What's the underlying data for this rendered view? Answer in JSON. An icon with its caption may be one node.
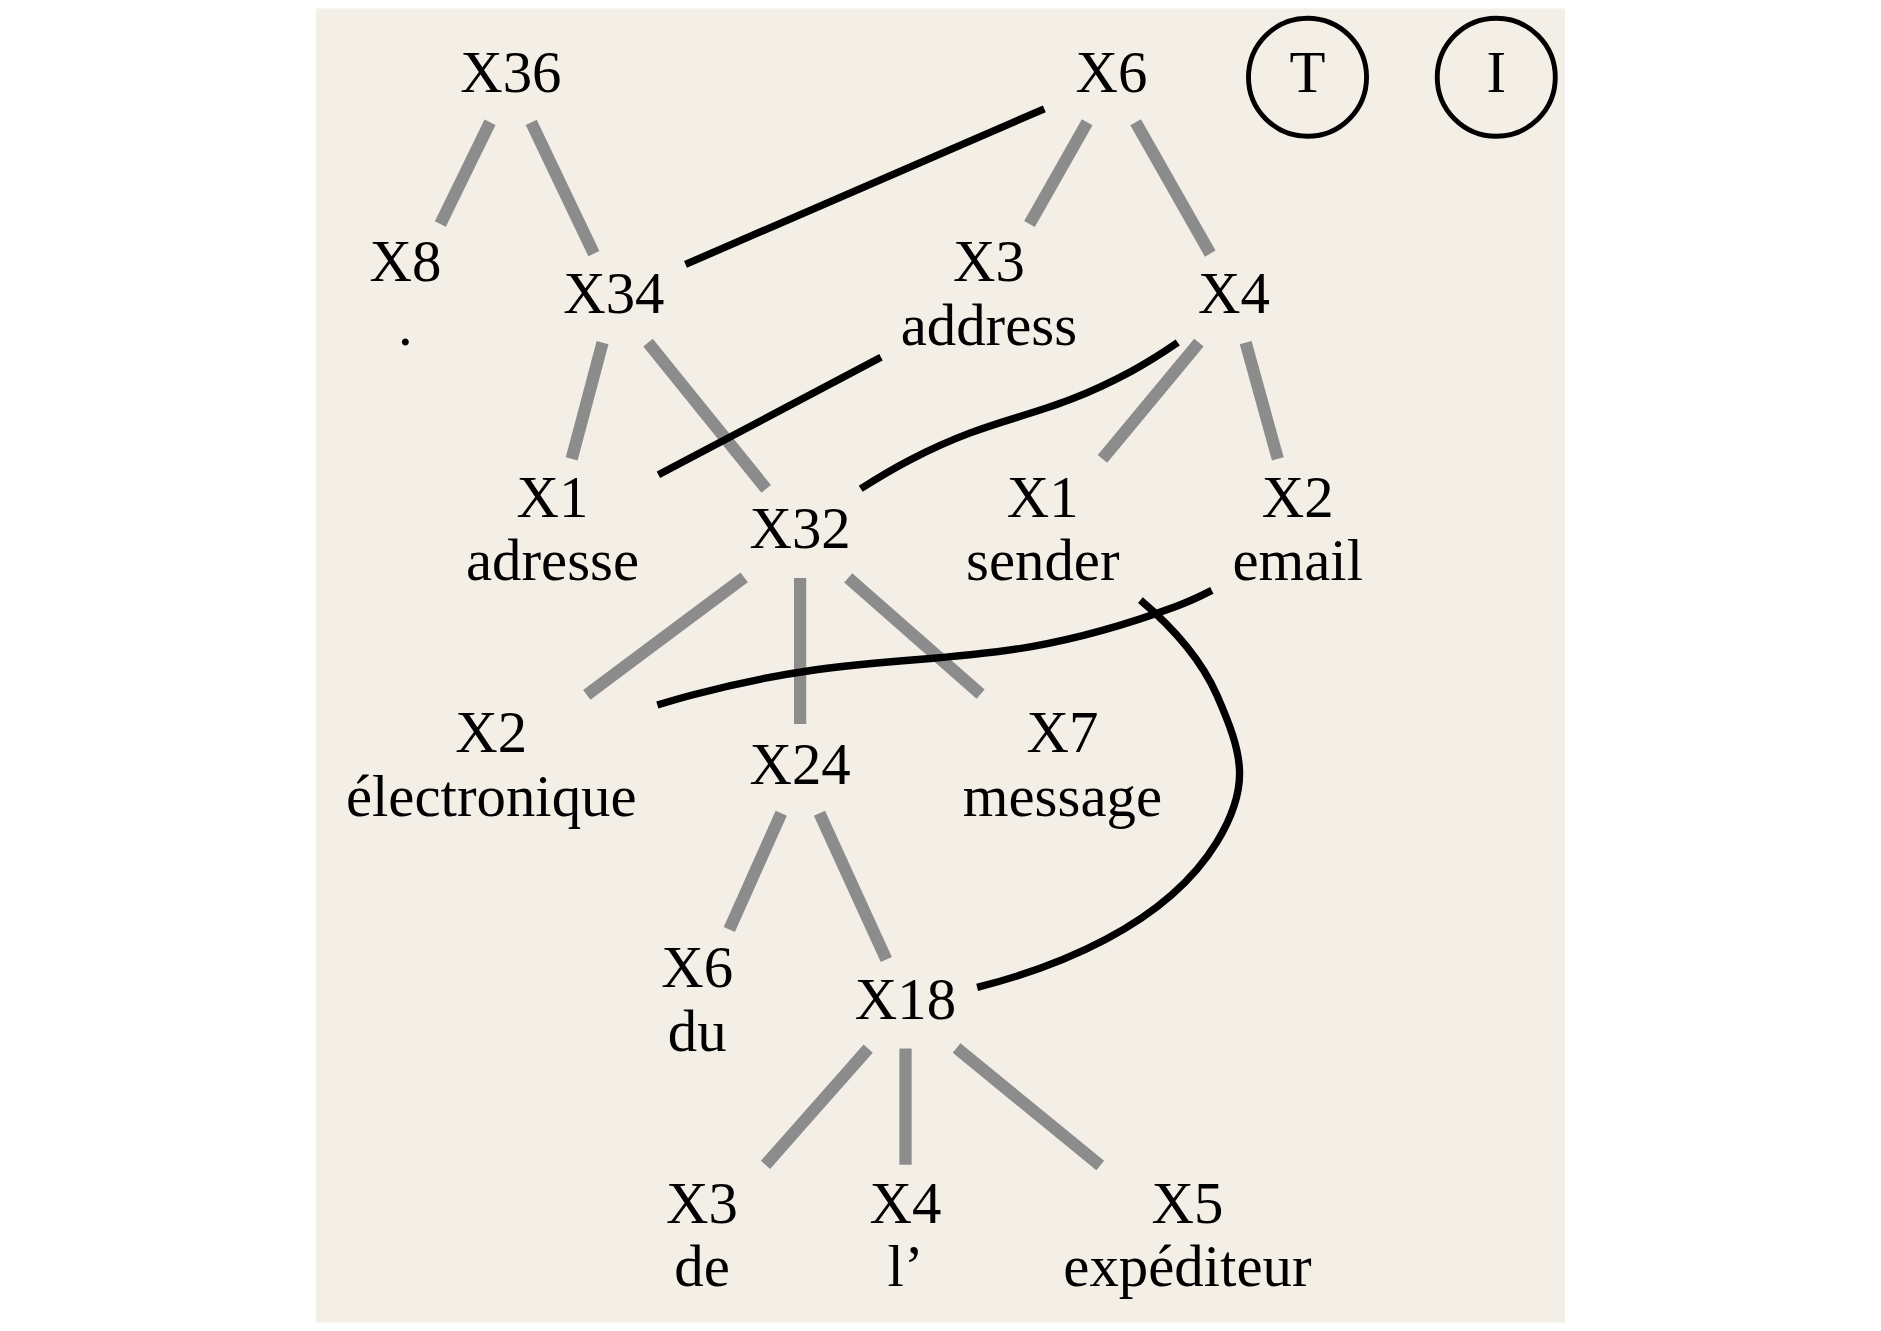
{
  "diagram": {
    "nodes": [
      {
        "text": [
          "X36"
        ]
      },
      {
        "text": [
          "X8",
          "."
        ]
      },
      {
        "text": [
          "X34"
        ]
      },
      {
        "text": [
          "T"
        ]
      },
      {
        "text": [
          "X1",
          "adresse"
        ]
      },
      {
        "text": [
          "X32"
        ]
      },
      {
        "text": [
          "X6"
        ]
      },
      {
        "text": [
          "X2",
          "électronique"
        ]
      },
      {
        "text": [
          "X24"
        ]
      },
      {
        "text": [
          "X7",
          "message"
        ]
      },
      {
        "text": [
          "X3",
          "address"
        ]
      },
      {
        "text": [
          "X4"
        ]
      },
      {
        "text": [
          "X6",
          "du"
        ]
      },
      {
        "text": [
          "X18"
        ]
      },
      {
        "text": [
          "X1",
          "sender"
        ]
      },
      {
        "text": [
          "X2",
          "email"
        ]
      },
      {
        "text": [
          "I"
        ]
      },
      {
        "text": [
          "X3",
          "de"
        ]
      },
      {
        "text": [
          "X4",
          "l’"
        ]
      },
      {
        "text": [
          "X5",
          "expéditeur"
        ]
      }
    ],
    "edges": [
      {
        "from": 0,
        "to": 2,
        "arrow": "none"
      },
      {
        "from": 0,
        "to": 1,
        "arrow": "none"
      },
      {
        "from": 2,
        "to": 4,
        "arrow": "none"
      },
      {
        "from": 2,
        "to": 5,
        "arrow": "none"
      },
      {
        "from": 5,
        "to": 7,
        "arrow": "none"
      },
      {
        "from": 5,
        "to": 8,
        "arrow": "none"
      },
      {
        "from": 5,
        "to": 9,
        "arrow": "none"
      },
      {
        "from": 8,
        "to": 13,
        "arrow": "none"
      },
      {
        "from": 8,
        "to": 12,
        "arrow": "none"
      },
      {
        "from": 13,
        "to": 17,
        "arrow": "none"
      },
      {
        "from": 13,
        "to": 18,
        "arrow": "none"
      },
      {
        "from": 13,
        "to": 19,
        "arrow": "none"
      },
      {
        "from": 6,
        "to": 11,
        "arrow": "none"
      },
      {
        "from": 6,
        "to": 10,
        "arrow": "none"
      },
      {
        "from": 11,
        "to": 14,
        "arrow": "none"
      },
      {
        "from": 11,
        "to": 15,
        "arrow": "none"
      },
      {
        "from": 2,
        "to": 6,
        "arrow": "none",
        "color": "#000000"
      },
      {
        "from": 5,
        "to": 11,
        "arrow": "none",
        "color": "#000000"
      },
      {
        "from": 4,
        "to": 10,
        "arrow": "none",
        "color": "#000000"
      },
      {
        "from": 7,
        "to": 15,
        "arrow": "none",
        "color": "#000000"
      },
      {
        "from": 13,
        "to": 14,
        "arrow": "none",
        "color": "#000000"
      }
    ]
  }
}
